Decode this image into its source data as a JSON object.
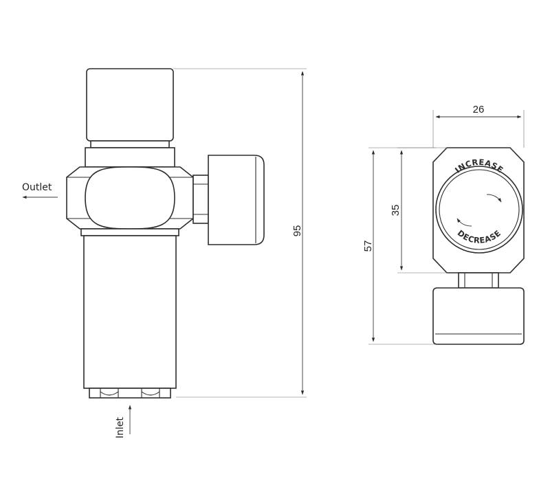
{
  "labels": {
    "outlet": "Outlet",
    "inlet": "Inlet"
  },
  "dimensions": {
    "overall_height": "95",
    "knob_width": "26",
    "body_height": "57",
    "dial_height": "35"
  },
  "knob_face": {
    "increase": "INCREASE",
    "decrease": "DECREASE"
  }
}
